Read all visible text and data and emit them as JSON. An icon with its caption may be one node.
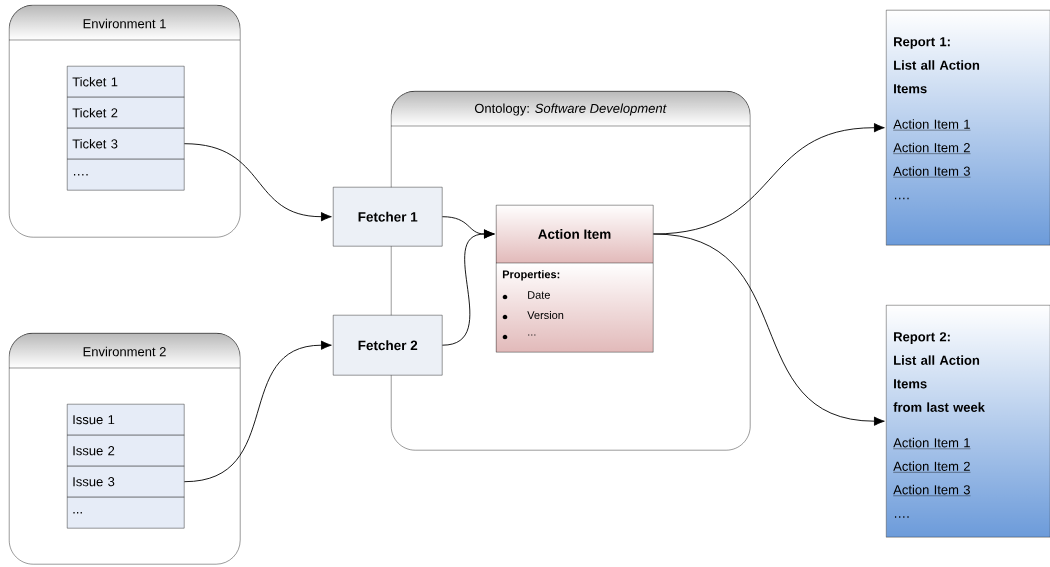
{
  "diagram": {
    "nodes": [
      {
        "text": [
          "Environment 1"
        ]
      },
      {
        "text": [
          "Ticket 1"
        ],
        "in": 0
      },
      {
        "text": [
          "Ticket 2"
        ],
        "in": 0
      },
      {
        "text": [
          "Ticket 3"
        ],
        "in": 0
      },
      {
        "text": [
          "…."
        ],
        "in": 0
      },
      {
        "text": [
          "Environment 2"
        ]
      },
      {
        "text": [
          "Issue 1"
        ],
        "in": 5
      },
      {
        "text": [
          "Issue 2"
        ],
        "in": 5
      },
      {
        "text": [
          "Issue 3"
        ],
        "in": 5
      },
      {
        "text": [
          "..."
        ],
        "in": 5
      },
      {
        "text": [
          "Ontology: *Software Development*"
        ]
      },
      {
        "text": [
          "Fetcher 1"
        ]
      },
      {
        "text": [
          "Fetcher 2"
        ]
      },
      {
        "text": [
          "Action Item",
          "Properties:",
          "Date",
          "Version",
          "..."
        ],
        "in": 10
      },
      {
        "text": [
          "Report 1:",
          "List all Action Items",
          "Action Item 1",
          "Action Item 2",
          "Action Item 3",
          "…."
        ]
      },
      {
        "text": [
          "Report 2:",
          "List all Action Items",
          "from last week",
          "Action Item 1",
          "Action Item 2",
          "Action Item 3",
          "…."
        ]
      }
    ],
    "edges": [
      {
        "from": 3,
        "to": 11,
        "arrow": "to"
      },
      {
        "from": 8,
        "to": 12,
        "arrow": "to"
      },
      {
        "from": 11,
        "to": 13,
        "arrow": "to"
      },
      {
        "from": 12,
        "to": 13,
        "arrow": "to"
      },
      {
        "from": 13,
        "to": 14,
        "arrow": "to"
      },
      {
        "from": 13,
        "to": 15,
        "arrow": "to"
      }
    ]
  }
}
